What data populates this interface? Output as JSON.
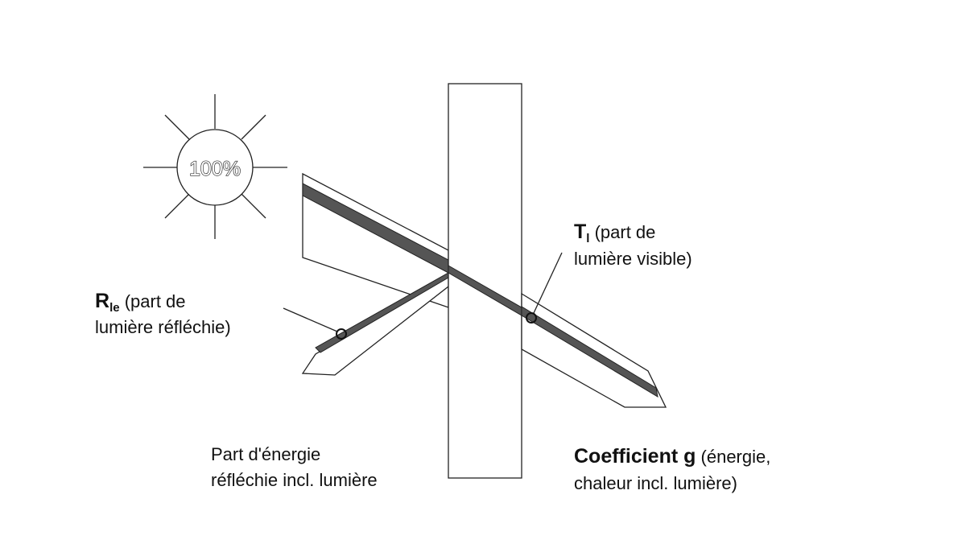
{
  "sun": {
    "label": "100%"
  },
  "labels": {
    "reflected_light": {
      "symbol": "R",
      "subscript": "le",
      "line1_rest": " (part de",
      "line2": "lumière réfléchie)"
    },
    "transmitted_light": {
      "symbol": "T",
      "subscript": "l",
      "line1_rest": " (part de",
      "line2": "lumière visible)"
    },
    "reflected_energy": {
      "line1": "Part d'énergie",
      "line2": "réfléchie incl. lumière"
    },
    "g_coefficient": {
      "bold": "Coefficient g",
      "line1_rest": " (énergie,",
      "line2": "chaleur incl. lumière)"
    }
  },
  "colors": {
    "stroke": "#222222",
    "band": "#555555",
    "background": "#ffffff"
  }
}
